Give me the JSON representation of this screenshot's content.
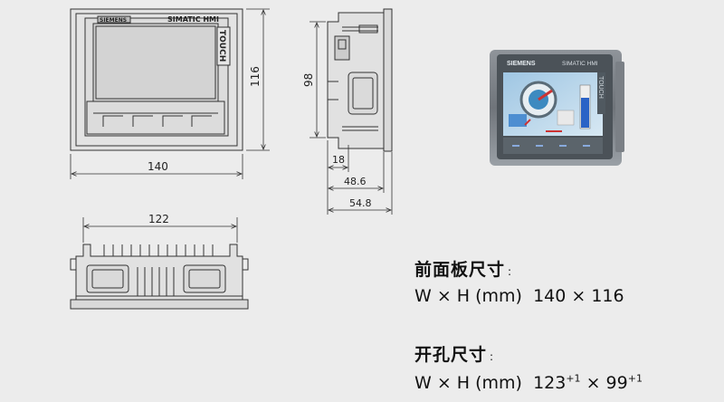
{
  "front_view": {
    "brand": "SIEMENS",
    "model": "SIMATIC HMI",
    "touch": "TOUCH",
    "width_dim": "140",
    "height_dim": "116"
  },
  "side_view": {
    "height_dim": "98",
    "dim_a": "18",
    "dim_b": "48.6",
    "dim_c": "54.8"
  },
  "top_view": {
    "width_dim": "122"
  },
  "photo": {
    "brand": "SIEMENS",
    "model": "SIMATIC HMI",
    "touch": "TOUCH"
  },
  "specs": {
    "front_panel": {
      "title": "前面板尺寸",
      "colon": ":",
      "label": "W × H (mm)",
      "value": "140 × 116"
    },
    "cutout": {
      "title": "开孔尺寸",
      "colon": ":",
      "label": "W × H (mm)",
      "w": "123",
      "w_tol": "+1",
      "sep": " × ",
      "h": "99",
      "h_tol": "+1"
    }
  }
}
